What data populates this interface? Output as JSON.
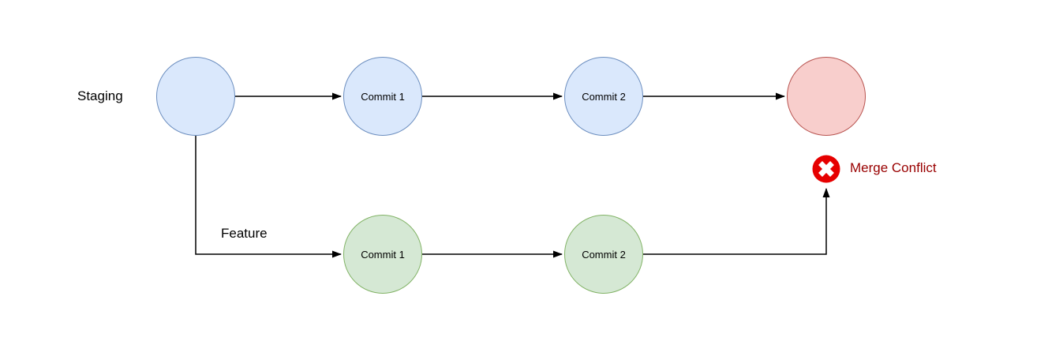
{
  "branch_labels": {
    "staging": "Staging",
    "feature": "Feature"
  },
  "annotation": {
    "merge_conflict": "Merge Conflict"
  },
  "nodes": {
    "staging_start": {
      "label": "",
      "branch": "staging"
    },
    "staging_commit1": {
      "label": "Commit 1",
      "branch": "staging"
    },
    "staging_commit2": {
      "label": "Commit 2",
      "branch": "staging"
    },
    "merge_result": {
      "label": "",
      "branch": "staging"
    },
    "feature_commit1": {
      "label": "Commit 1",
      "branch": "feature"
    },
    "feature_commit2": {
      "label": "Commit 2",
      "branch": "feature"
    }
  },
  "edges": [
    {
      "from": "staging_start",
      "to": "staging_commit1",
      "arrow": true
    },
    {
      "from": "staging_commit1",
      "to": "staging_commit2",
      "arrow": true
    },
    {
      "from": "staging_commit2",
      "to": "merge_result",
      "arrow": true
    },
    {
      "from": "staging_start",
      "to": "feature_commit1",
      "arrow": true,
      "shape": "elbow-down-right"
    },
    {
      "from": "feature_commit1",
      "to": "feature_commit2",
      "arrow": true
    },
    {
      "from": "feature_commit2",
      "to": "error_icon",
      "arrow": true,
      "shape": "elbow-right-up"
    }
  ],
  "icons": {
    "error_icon": "x-in-red-circle"
  },
  "colors": {
    "node_blue_fill": "#dae8fc",
    "node_blue_stroke": "#6c8ebf",
    "node_green_fill": "#d5e8d4",
    "node_green_stroke": "#82b366",
    "node_red_fill": "#f8cecc",
    "node_red_stroke": "#b85450",
    "connector": "#000000",
    "error_icon_bg": "#e60000",
    "error_icon_cross": "#ffffff",
    "merge_text": "#990000"
  }
}
